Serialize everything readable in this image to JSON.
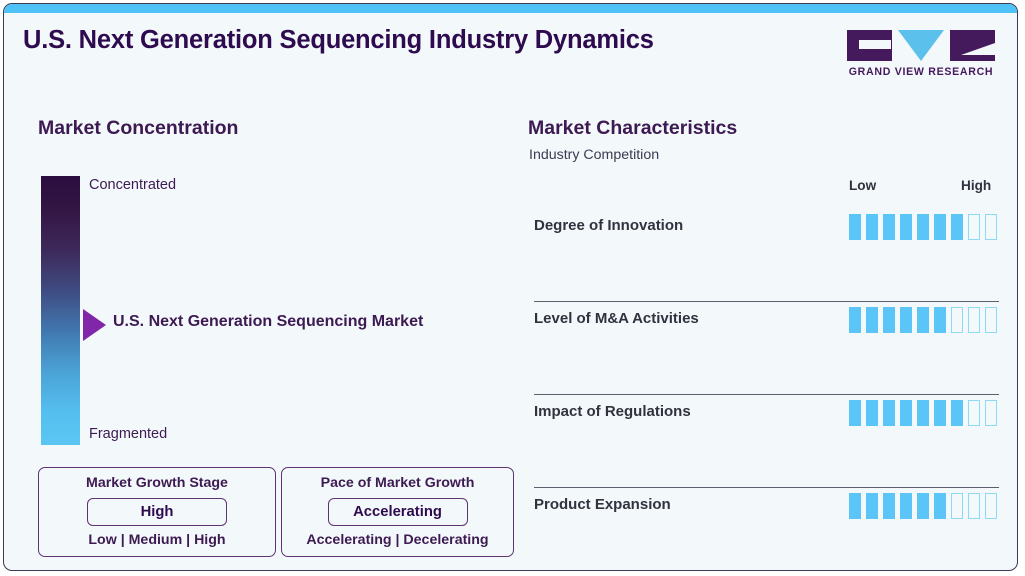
{
  "header": {
    "title": "U.S. Next Generation Sequencing Industry Dynamics",
    "logo_text": "GRAND VIEW RESEARCH"
  },
  "market_concentration": {
    "heading": "Market Concentration",
    "top_label": "Concentrated",
    "bottom_label": "Fragmented",
    "marker_label": "U.S. Next Generation Sequencing Market",
    "marker_position_pct": 50,
    "gradient_top_color": "#2c0d3f",
    "gradient_bottom_color": "#5bc5f2",
    "marker_color": "#8126a8"
  },
  "growth_stage": {
    "title": "Market Growth Stage",
    "value": "High",
    "scale": "Low | Medium | High"
  },
  "growth_pace": {
    "title": "Pace of Market Growth",
    "value": "Accelerating",
    "scale": "Accelerating | Decelerating"
  },
  "market_characteristics": {
    "heading": "Market Characteristics",
    "subheading": "Industry Competition",
    "scale_low": "Low",
    "scale_high": "High"
  },
  "chart_data": {
    "type": "bar",
    "title": "Market Characteristics",
    "subtitle": "Industry Competition",
    "xlabel": "",
    "ylabel": "",
    "scale_min_label": "Low",
    "scale_max_label": "High",
    "segments_total": 9,
    "categories": [
      "Degree of Innovation",
      "Level of M&A Activities",
      "Impact of Regulations",
      "Product Expansion"
    ],
    "values": [
      7,
      6,
      7,
      6
    ],
    "filled_color": "#5bc5f7",
    "empty_color": "#8fd9f8",
    "grid": false,
    "legend": "none"
  }
}
